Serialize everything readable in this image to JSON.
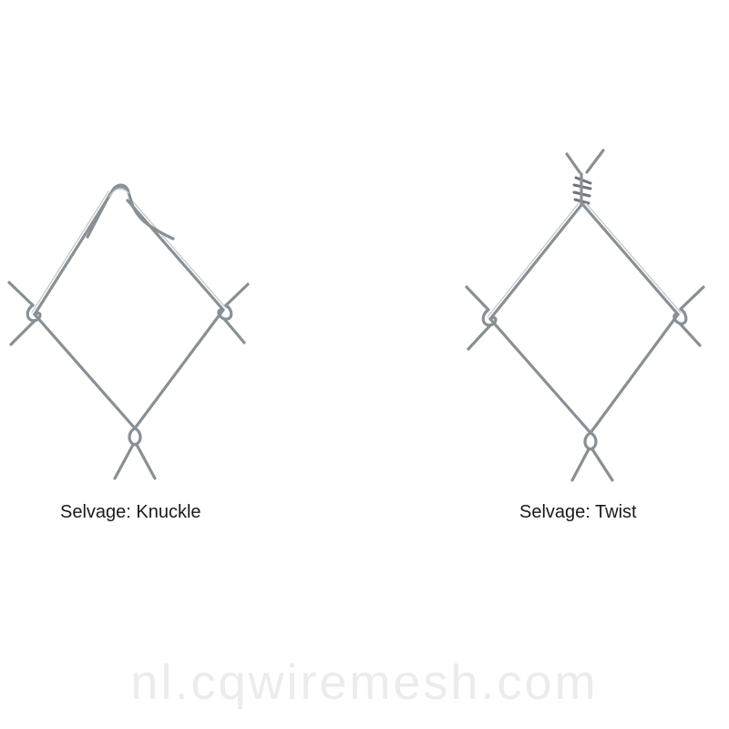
{
  "diagram": {
    "figures": [
      {
        "caption": "Selvage: Knuckle",
        "icon": "knuckle-selvage-icon"
      },
      {
        "caption": "Selvage: Twist",
        "icon": "twist-selvage-icon"
      }
    ],
    "watermark": "nl.cqwiremesh.com",
    "colors": {
      "wire": "#8a8f93",
      "caption": "#1a1a1a",
      "watermark": "#ececec"
    }
  }
}
